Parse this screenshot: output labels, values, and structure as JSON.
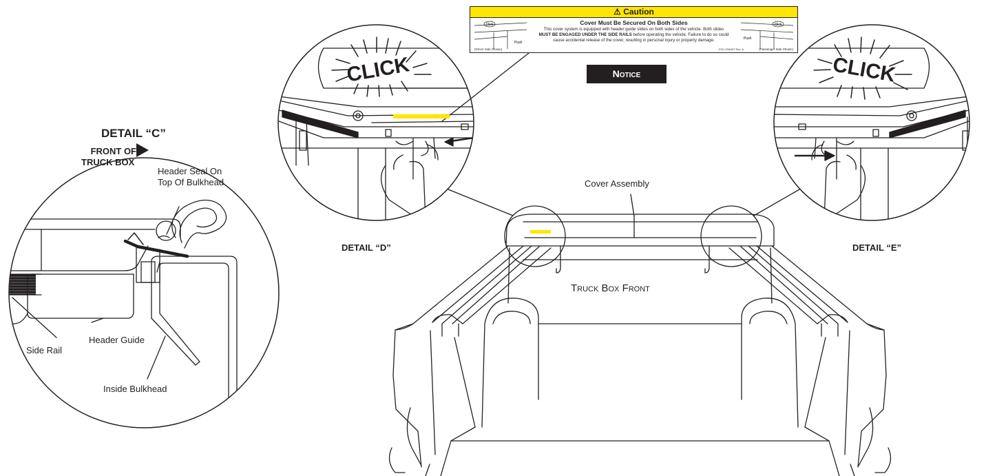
{
  "caution_label": {
    "header": "Caution",
    "title": "Cover Must Be Secured On Both Sides",
    "body_line1": "This cover system is equipped with header guide slides on both sides of the vehicle. Both slides",
    "body_line2_bold": "MUST BE ENGAGED UNDER THE SIDE RAILS",
    "body_line2_rest": " before operating the vehicle. Failure to do so could",
    "body_line3": "cause accidental release of the cover, resulting in personal injury or property damage.",
    "left_caption": "(Driver Side Shown)",
    "right_caption": "(Passenger Side Shown)",
    "part_number": "P/N 1756407 Rev. A",
    "thumb_click": "Click",
    "thumb_push": "Push"
  },
  "notice": "Notice",
  "detail_c": {
    "title": "DETAIL “C”",
    "front_line1": "FRONT OF",
    "front_line2": "TRUCK BOX",
    "header_seal_line1": "Header Seal On",
    "header_seal_line2": "Top Of Bulkhead",
    "header_guide": "Header Guide",
    "side_rail": "Side Rail",
    "inside_bulkhead": "Inside Bulkhead"
  },
  "detail_d": {
    "title": "DETAIL “D”",
    "click": "CLICK"
  },
  "detail_e": {
    "title": "DETAIL “E”",
    "click": "CLICK"
  },
  "cover_assembly": "Cover Assembly",
  "truck_box_front": "Truck Box Front",
  "colors": {
    "ink": "#231f20",
    "caution_yellow": "#ffe600",
    "notice_bg": "#231f20"
  }
}
